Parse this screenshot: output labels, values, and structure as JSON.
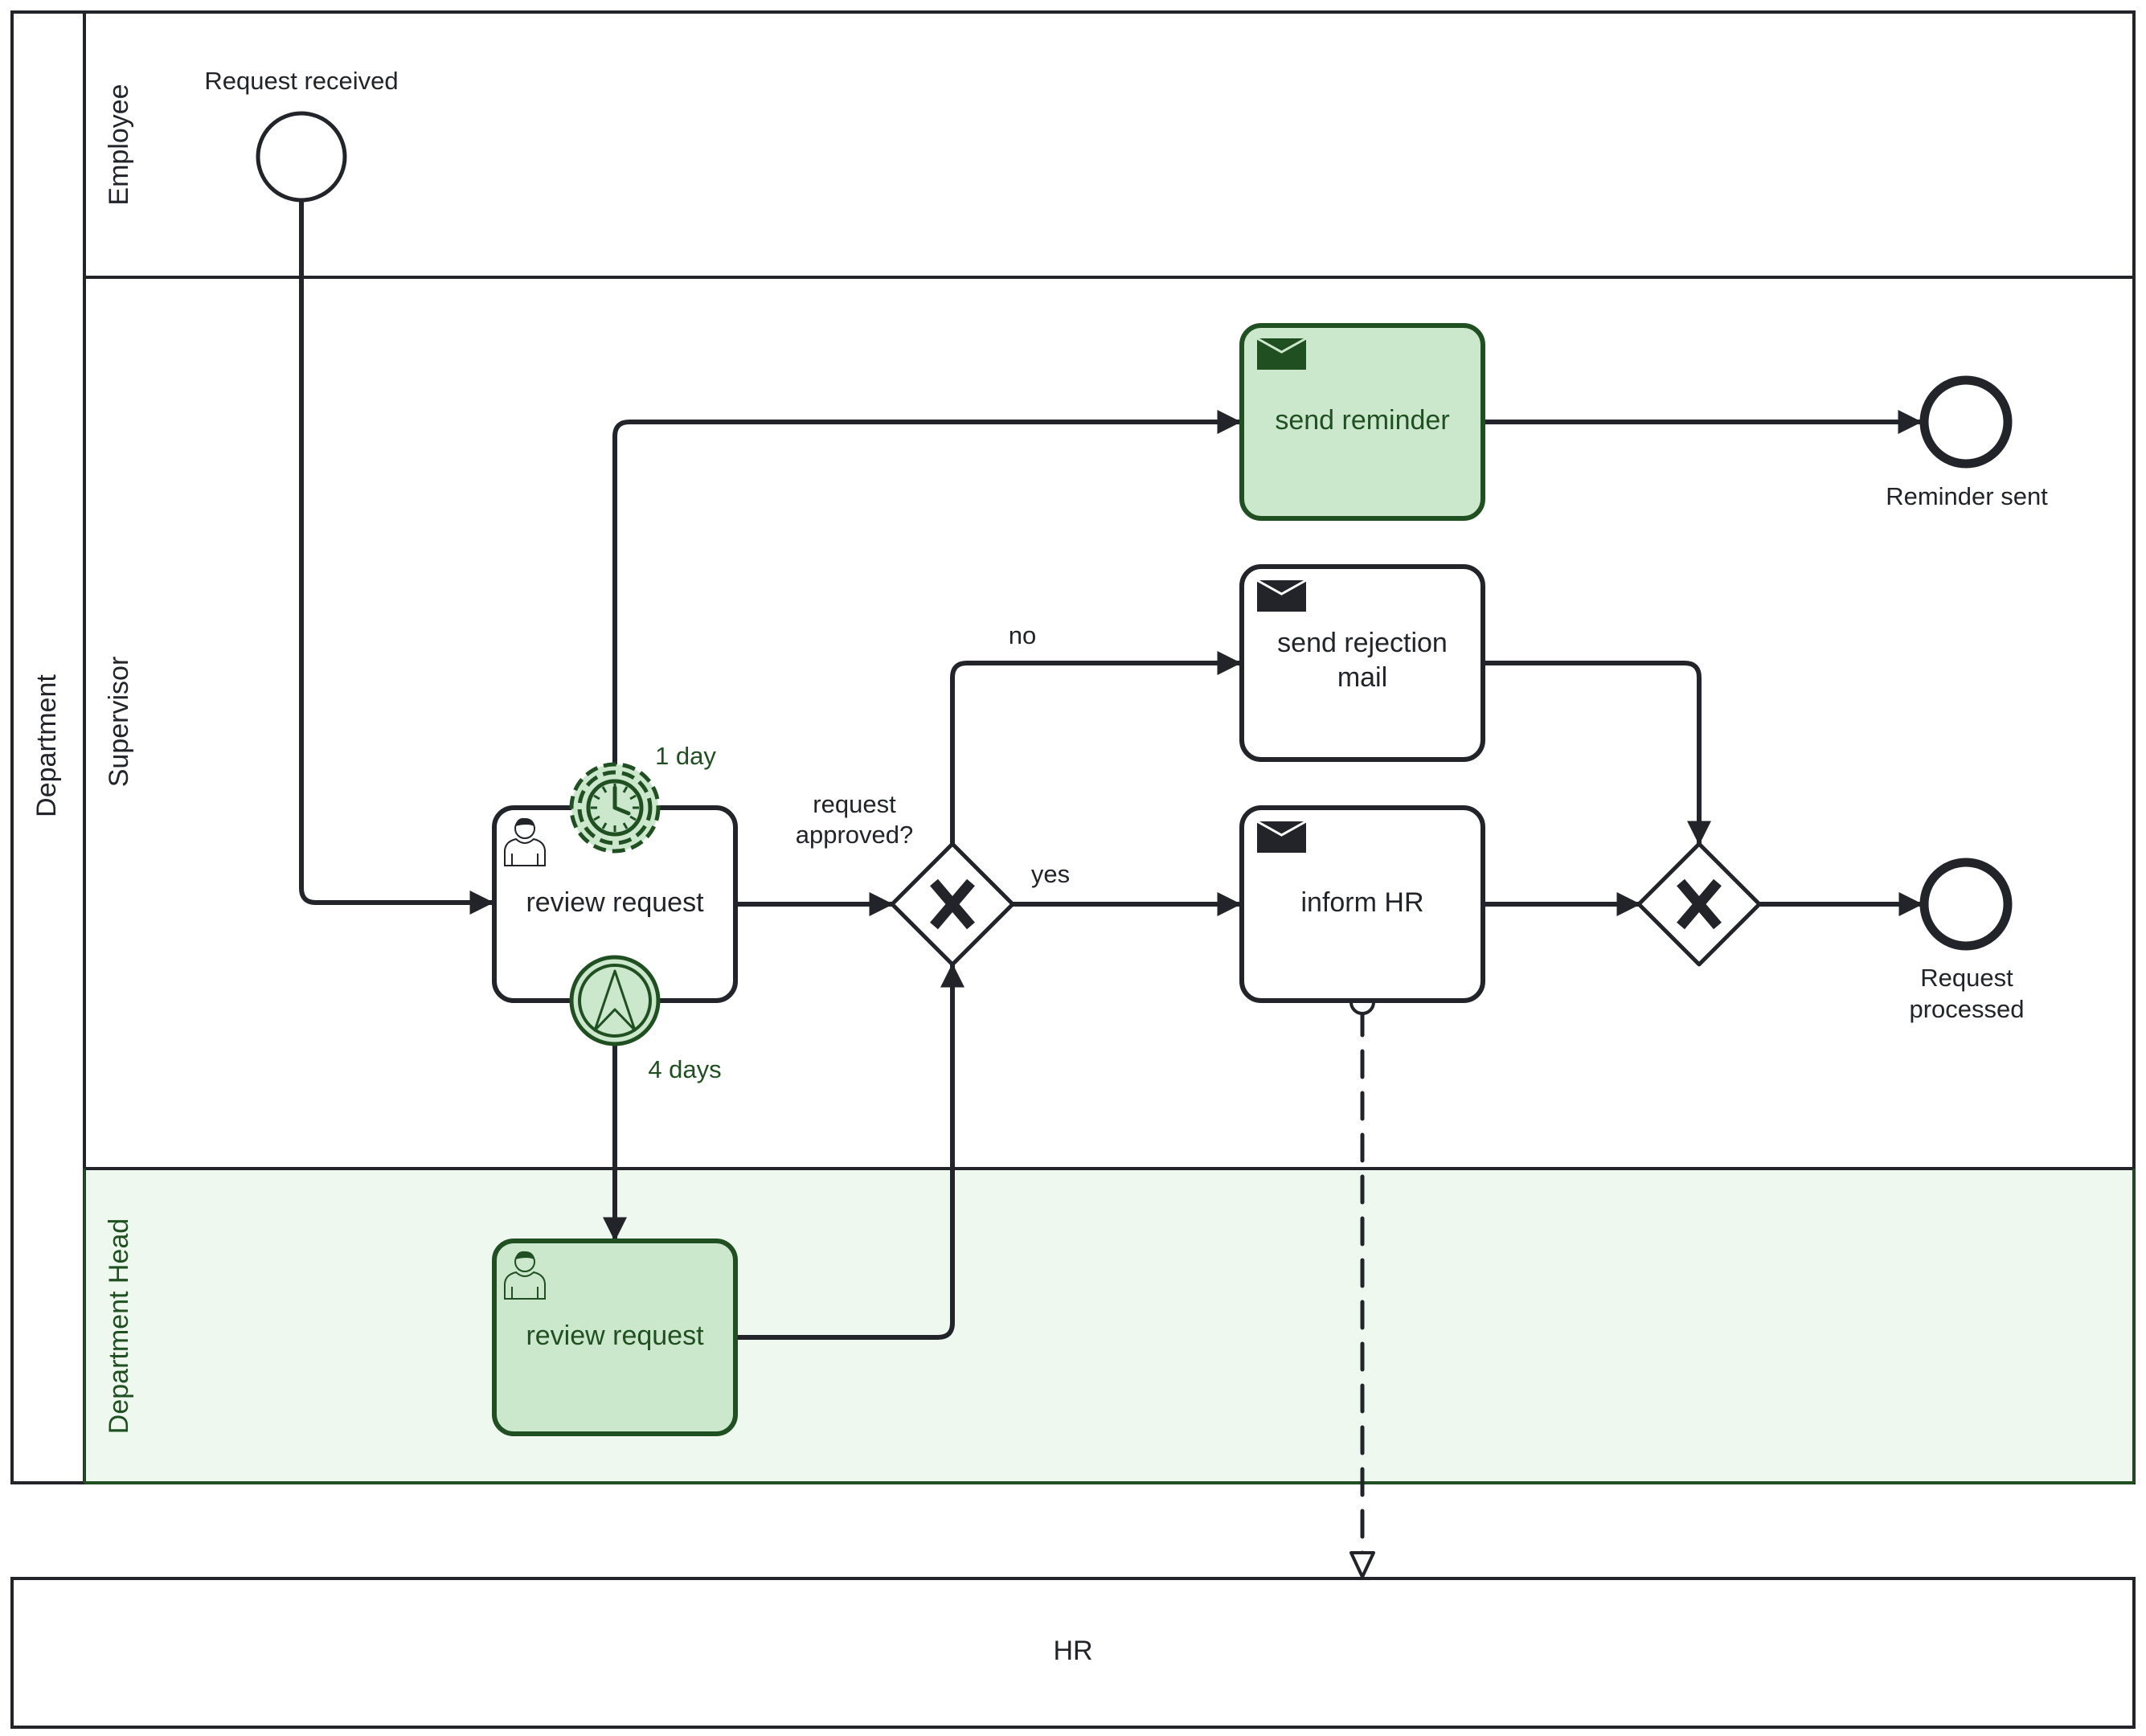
{
  "pools": {
    "department": {
      "label": "Department",
      "lanes": [
        {
          "id": "employee",
          "label": "Employee",
          "highlighted": false
        },
        {
          "id": "supervisor",
          "label": "Supervisor",
          "highlighted": false
        },
        {
          "id": "department-head",
          "label": "Department Head",
          "highlighted": true
        }
      ]
    },
    "hr": {
      "label": "HR"
    }
  },
  "events": {
    "start": {
      "label": "Request received",
      "type": "start"
    },
    "reminder_sent": {
      "label": "Reminder sent",
      "type": "end"
    },
    "request_processed": {
      "label_line1": "Request",
      "label_line2": "processed",
      "type": "end"
    },
    "timer_boundary": {
      "label": "1 day",
      "type": "non-interrupting timer boundary",
      "icon": "clock-icon"
    },
    "escalation_boundary": {
      "label": "4 days",
      "type": "escalation boundary",
      "icon": "escalation-icon"
    }
  },
  "tasks": {
    "review_request_supervisor": {
      "label": "review request",
      "type": "user task",
      "icon": "user-icon",
      "highlighted": false
    },
    "send_reminder": {
      "label": "send reminder",
      "type": "send task",
      "icon": "envelope-icon",
      "highlighted": true
    },
    "send_rejection_mail": {
      "label_line1": "send rejection",
      "label_line2": "mail",
      "type": "send task",
      "icon": "envelope-icon",
      "highlighted": false
    },
    "inform_hr": {
      "label": "inform HR",
      "type": "send task",
      "icon": "envelope-icon",
      "highlighted": false
    },
    "review_request_head": {
      "label": "review request",
      "type": "user task",
      "icon": "user-icon",
      "highlighted": true
    }
  },
  "gateways": {
    "approval": {
      "label_line1": "request",
      "label_line2": "approved?",
      "type": "exclusive"
    },
    "merge": {
      "label": "",
      "type": "exclusive"
    }
  },
  "flows": {
    "no_label": "no",
    "yes_label": "yes"
  },
  "colors": {
    "stroke": "#22242a",
    "highlight_fill": "#cce8cc",
    "highlight_stroke": "#205022",
    "highlight_lane_fill": "#eef8ee"
  }
}
